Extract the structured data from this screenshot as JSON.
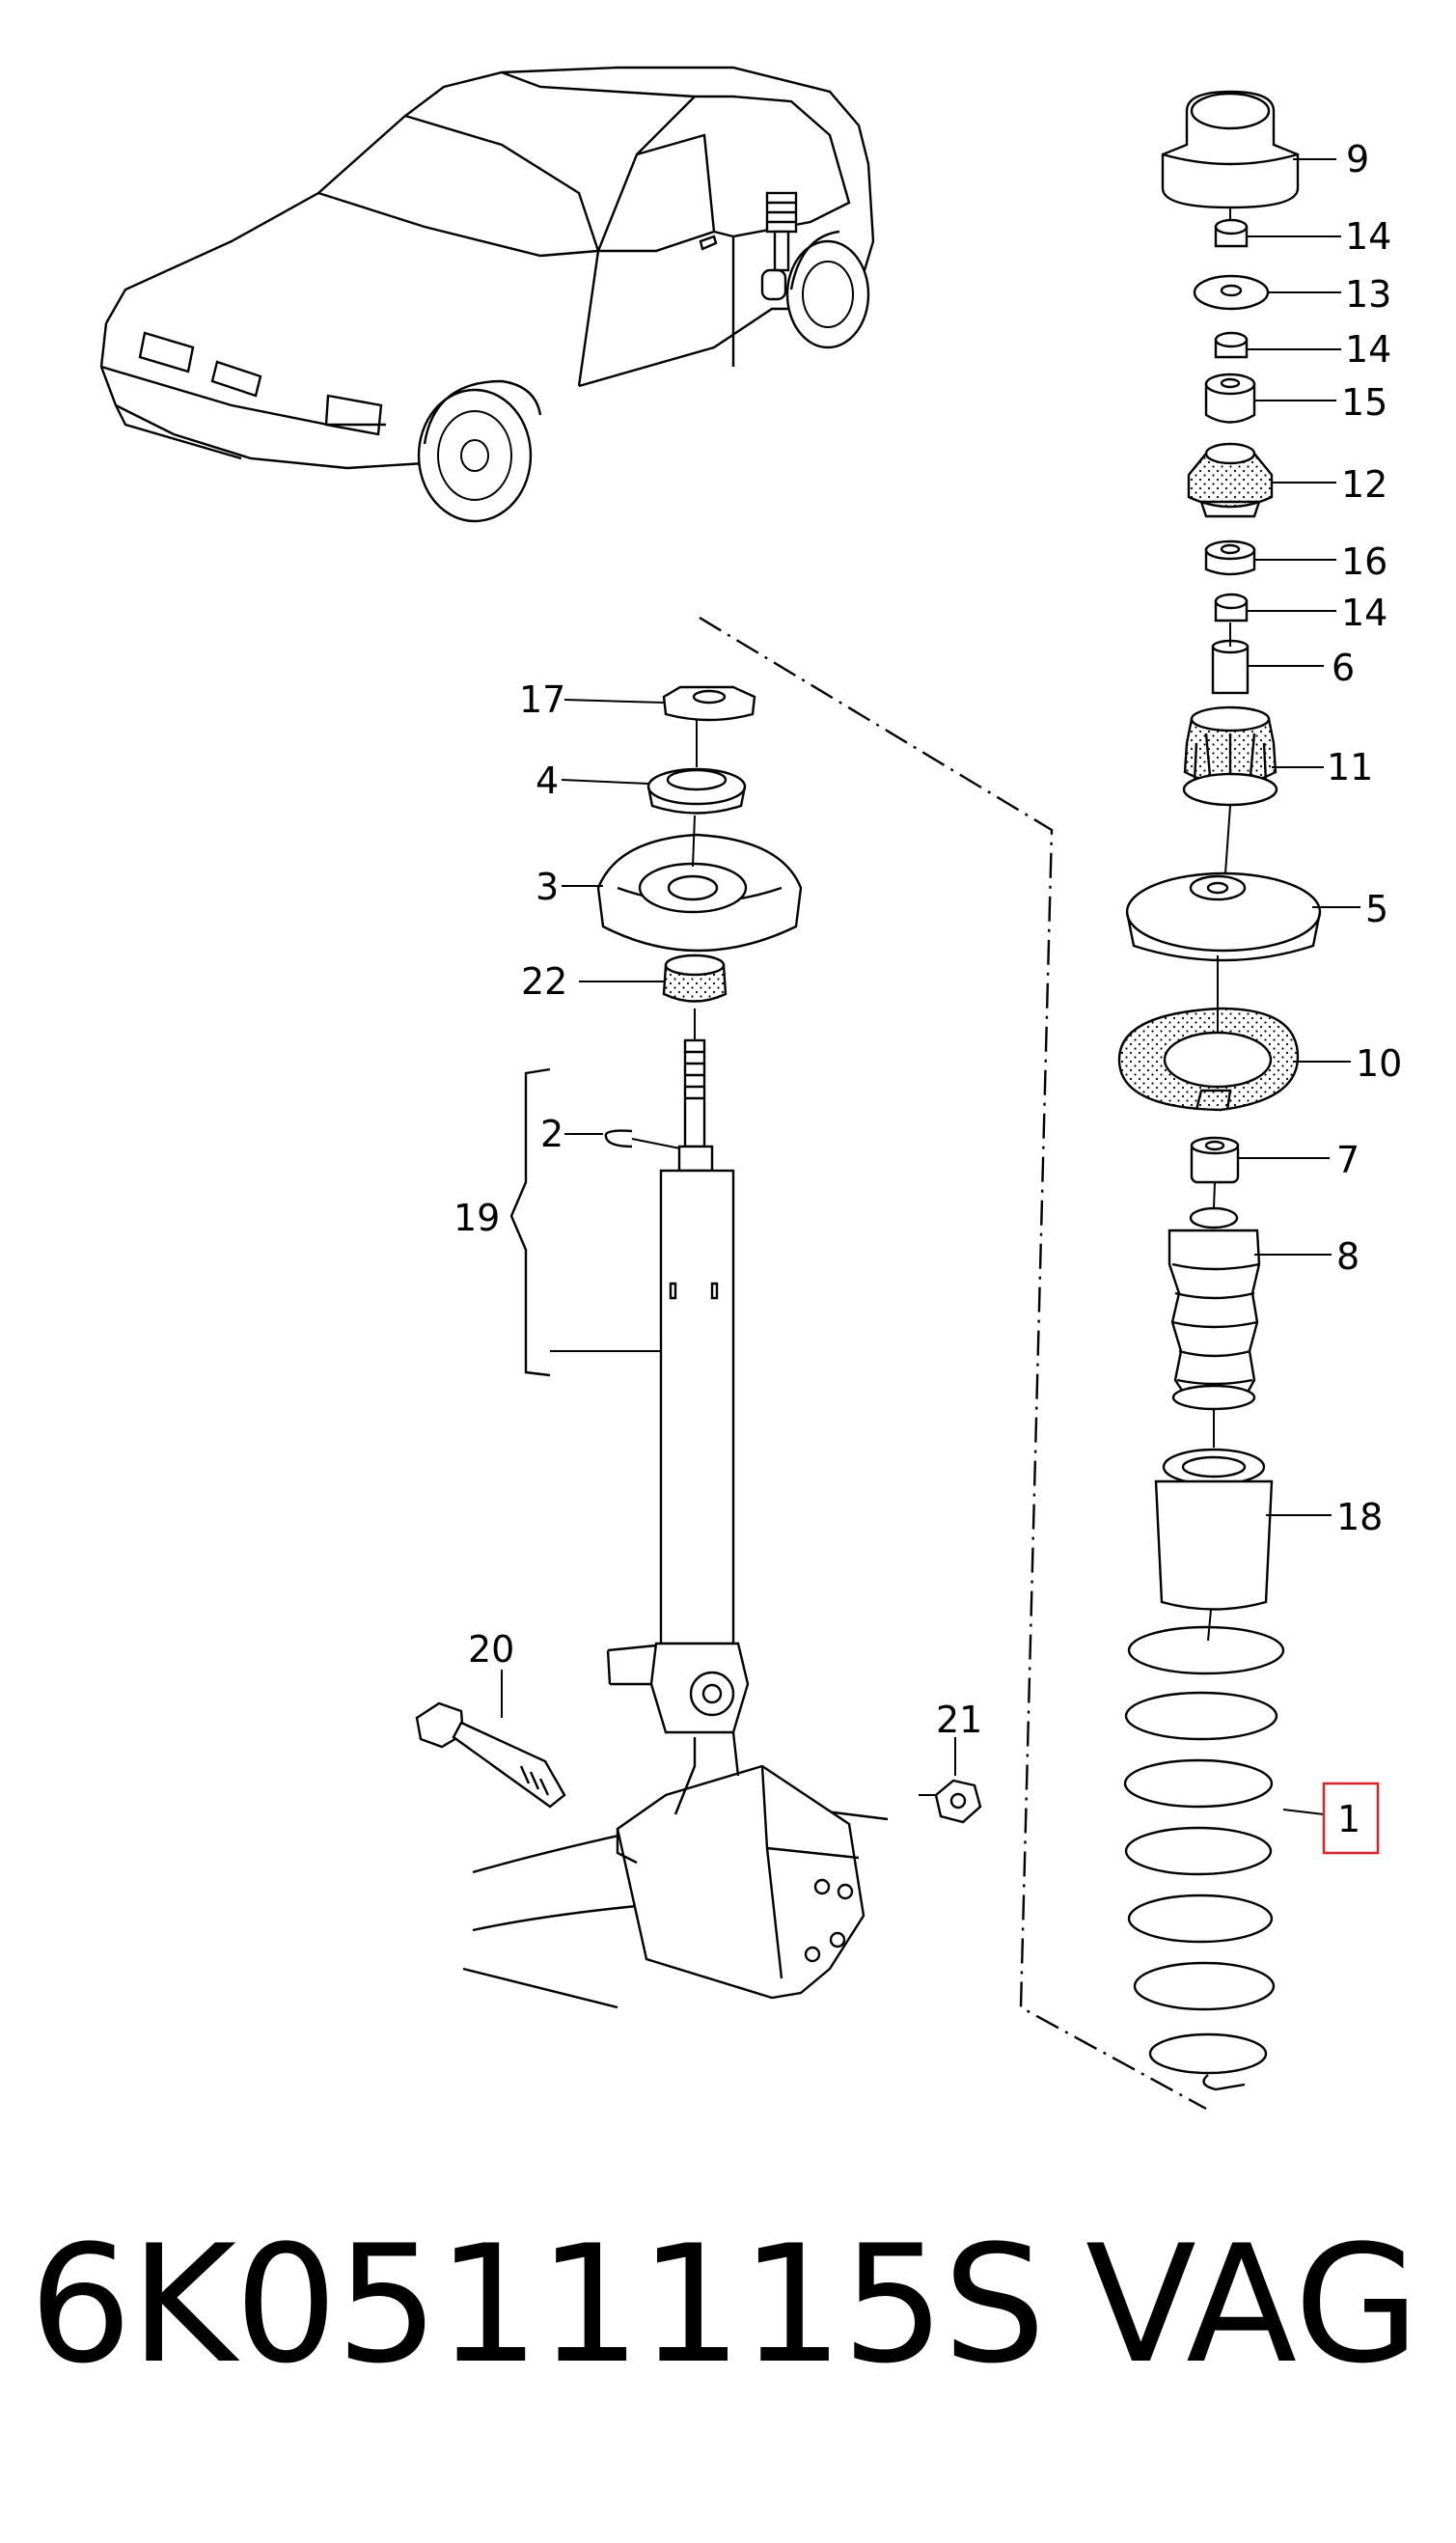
{
  "callouts": {
    "c9": "9",
    "c14a": "14",
    "c13": "13",
    "c14b": "14",
    "c15": "15",
    "c12": "12",
    "c16": "16",
    "c14c": "14",
    "c6": "6",
    "c11": "11",
    "c5": "5",
    "c10": "10",
    "c7": "7",
    "c8": "8",
    "c18": "18",
    "c1": "1",
    "c17": "17",
    "c4": "4",
    "c3": "3",
    "c22": "22",
    "c2": "2",
    "c19": "19",
    "c20": "20",
    "c21": "21"
  },
  "highlight_color": "#d9252b",
  "footer": {
    "part_number": "6K0511115S",
    "brand": "VAG"
  }
}
